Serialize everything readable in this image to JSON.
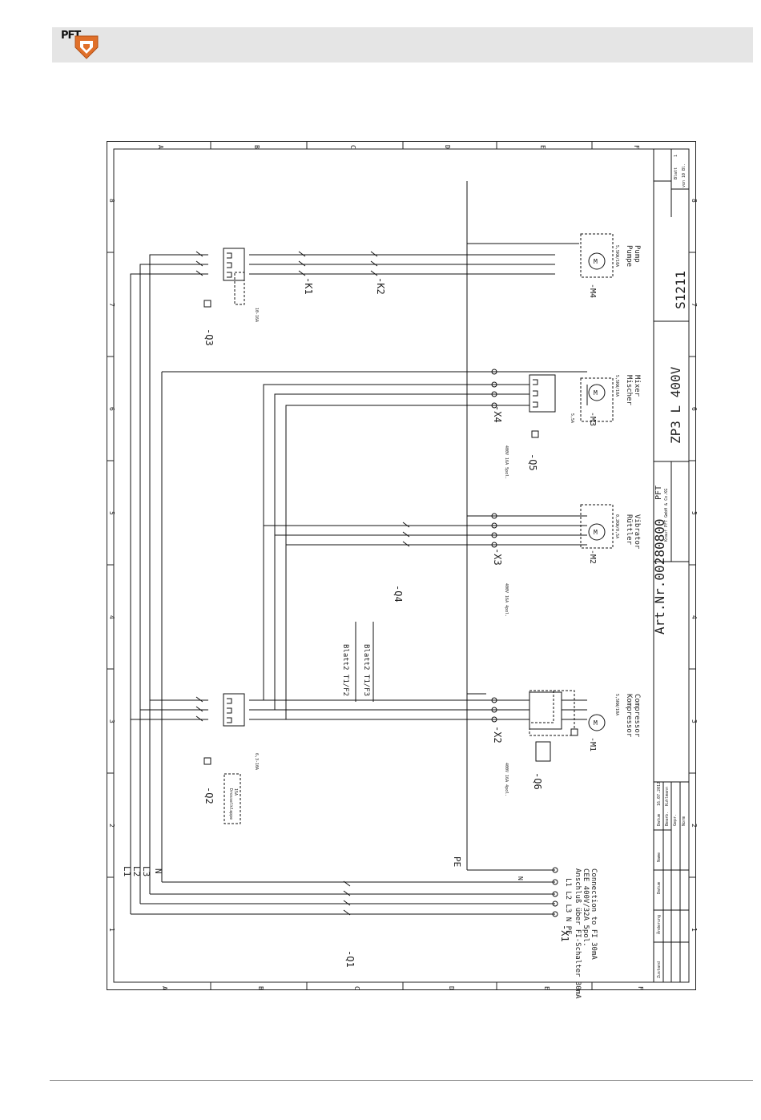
{
  "header": {
    "brand": "PFT"
  },
  "sheet": {
    "grid_letters": [
      "A",
      "B",
      "C",
      "D",
      "E",
      "F"
    ],
    "grid_numbers": [
      "1",
      "2",
      "3",
      "4",
      "5",
      "6",
      "7",
      "8"
    ],
    "supply": {
      "phases": [
        "L1",
        "L2",
        "L3",
        "N"
      ],
      "pe": "PE",
      "n_label": "N"
    },
    "devices": {
      "q1": "-Q1",
      "q2": "-Q2",
      "q3": "-Q3",
      "q4": "-Q4",
      "q5": "-Q5",
      "q6": "-Q6",
      "k1": "-K1",
      "k2": "-K2",
      "x1": "-X1",
      "x2": "-X2",
      "x3": "-X3",
      "x4": "-X4",
      "m1": "-M1",
      "m2": "-M2",
      "m3": "-M3",
      "m4": "-M4"
    },
    "x1_terminals": "L1 L2 L3 N PE",
    "x1_notes": [
      "Anschluß über FI-Schalter 30mA",
      "CEE 400V/32A 5pol.",
      "Connection to FI 30mA"
    ],
    "q2_range": "6,3-10A",
    "q2_box": [
      "Drosselklappe",
      "15A"
    ],
    "q3_range": "10-16A",
    "q5_range": "5,5A",
    "plug_spec": "400V 16A 4pol.",
    "x4_plug_spec": "400V 16A 5pol.",
    "m1_rating": "5,5KW/10A",
    "m2_rating": "0,2KW/0,5A",
    "m3_rating": "5,5KW/10A",
    "m4_rating": "5,5KW/10A",
    "m1_name": [
      "Kompressor",
      "Compressor"
    ],
    "m2_name": [
      "Rüttler",
      "Vibrator"
    ],
    "m3_name": [
      "Mischer",
      "Mixer"
    ],
    "m4_name": [
      "Pumpe",
      "Pump"
    ],
    "cross_refs": [
      "Blatt2 T1/F2",
      "Blatt2 T1/F3"
    ],
    "title_block": {
      "article": "Art.Nr.00280800",
      "model": "ZP3  L  400V",
      "drawing_no": "S1211",
      "company": "PFT",
      "company_sub": "Knauf PFT GmbH & Co.KG",
      "sheet_label": "Blatt",
      "sheet_no": "1",
      "sheet_of": "von  10  Bl.",
      "date_label": "Datum",
      "date_value": "16.07.2012",
      "bearb_label": "Bearb.",
      "bearb_value": "Kuhlmann",
      "gepr_label": "Gepr.",
      "norm_label": "Norm",
      "aenderung_label": "Änderung",
      "name_label": "Name",
      "zustand_label": "Zustand"
    }
  }
}
